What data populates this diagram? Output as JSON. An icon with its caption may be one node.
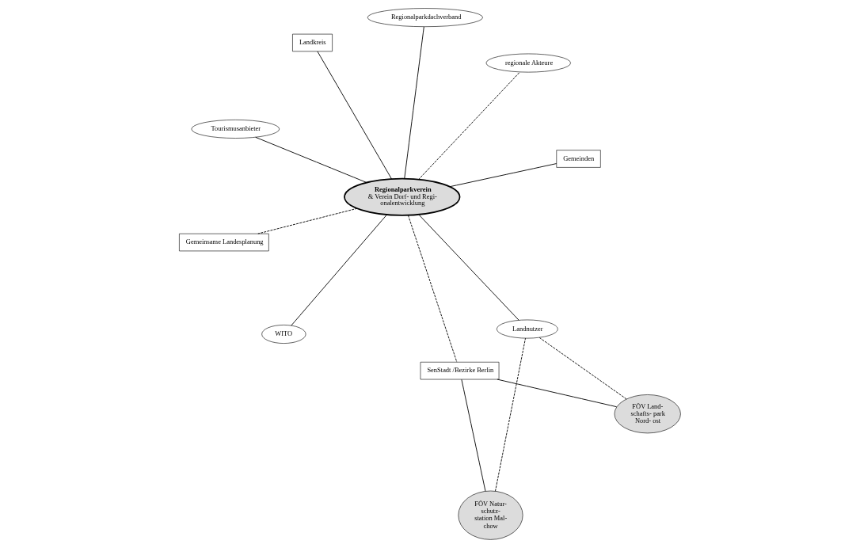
{
  "diagram": {
    "nodes": [
      {
        "text": [
          "Gemeinsame Landesplanung"
        ]
      },
      {
        "text": [
          "Regionalparkdachverband"
        ]
      },
      {
        "text": [
          "SenStadt /Bezirke Berlin"
        ]
      },
      {
        "text": [
          "Landkreis"
        ]
      },
      {
        "text": [
          "FÖV Land- schafts- park Nord- ost"
        ]
      },
      {
        "text": [
          "Regionalparkverein",
          "& Verein Dorf- und Regi- onalentwicklung"
        ]
      },
      {
        "text": [
          "WITO"
        ]
      },
      {
        "text": [
          "FÖV Natur- schutz- station Mal- chow"
        ]
      },
      {
        "text": [
          "Landnutzer"
        ]
      },
      {
        "text": [
          "Gemeinden"
        ]
      },
      {
        "text": [
          "regionale Akteure"
        ]
      },
      {
        "text": [
          "Tourismusanbieter"
        ]
      }
    ],
    "edges": [
      {
        "from": 5,
        "to": 0,
        "arrow": "none",
        "style": "dashed"
      },
      {
        "from": 5,
        "to": 1,
        "arrow": "none"
      },
      {
        "from": 5,
        "to": 2,
        "arrow": "none",
        "style": "dashed"
      },
      {
        "from": 5,
        "to": 3,
        "arrow": "none"
      },
      {
        "from": 5,
        "to": 6,
        "arrow": "none"
      },
      {
        "from": 5,
        "to": 11,
        "arrow": "none"
      },
      {
        "from": 5,
        "to": 10,
        "arrow": "none",
        "style": "dashed"
      },
      {
        "from": 5,
        "to": 9,
        "arrow": "none"
      },
      {
        "from": 5,
        "to": 8,
        "arrow": "none"
      },
      {
        "from": 2,
        "to": 4,
        "arrow": "none"
      },
      {
        "from": 2,
        "to": 7,
        "arrow": "none"
      },
      {
        "from": 4,
        "to": 8,
        "arrow": "none",
        "style": "dashed"
      },
      {
        "from": 7,
        "to": 8,
        "arrow": "none",
        "style": "dashed"
      }
    ]
  }
}
